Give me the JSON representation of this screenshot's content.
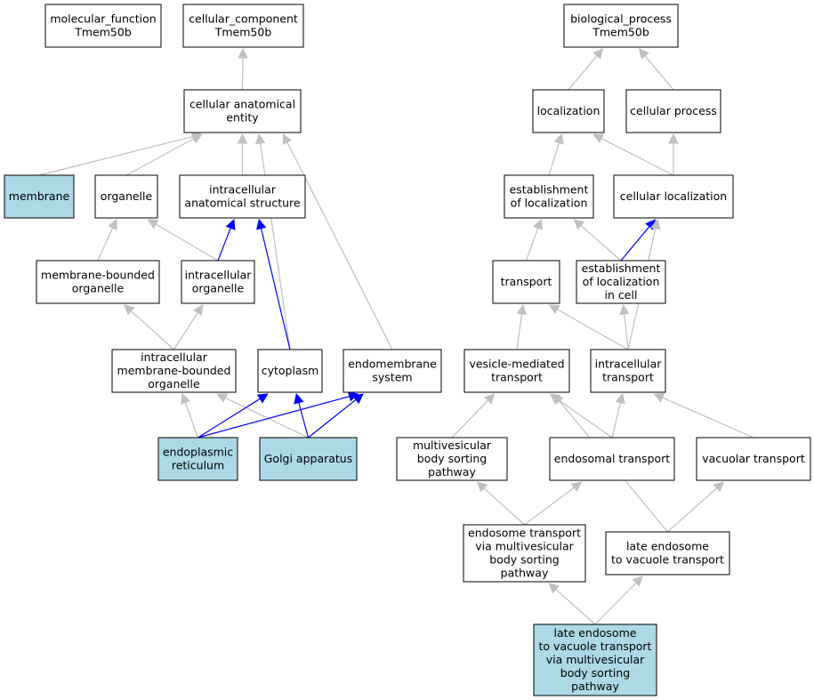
{
  "colors": {
    "highlight_fill": "#add8e6",
    "default_fill": "#ffffff",
    "is_a_edge": "#c0c0c0",
    "part_of_edge": "#0000ff"
  },
  "nodes": [
    {
      "id": "mf_root",
      "lines": [
        "molecular_function",
        "Tmem50b"
      ],
      "highlight": false
    },
    {
      "id": "cc_root",
      "lines": [
        "cellular_component",
        "Tmem50b"
      ],
      "highlight": false
    },
    {
      "id": "bp_root",
      "lines": [
        "biological_process",
        "Tmem50b"
      ],
      "highlight": false
    },
    {
      "id": "cae",
      "lines": [
        "cellular anatomical",
        "entity"
      ],
      "highlight": false
    },
    {
      "id": "membrane",
      "lines": [
        "membrane"
      ],
      "highlight": true
    },
    {
      "id": "organelle",
      "lines": [
        "organelle"
      ],
      "highlight": false
    },
    {
      "id": "ias",
      "lines": [
        "intracellular",
        "anatomical structure"
      ],
      "highlight": false
    },
    {
      "id": "mbo",
      "lines": [
        "membrane-bounded",
        "organelle"
      ],
      "highlight": false
    },
    {
      "id": "io",
      "lines": [
        "intracellular",
        "organelle"
      ],
      "highlight": false
    },
    {
      "id": "imbo",
      "lines": [
        "intracellular",
        "membrane-bounded",
        "organelle"
      ],
      "highlight": false
    },
    {
      "id": "cytoplasm",
      "lines": [
        "cytoplasm"
      ],
      "highlight": false
    },
    {
      "id": "endomembrane",
      "lines": [
        "endomembrane",
        "system"
      ],
      "highlight": false
    },
    {
      "id": "er",
      "lines": [
        "endoplasmic",
        "reticulum"
      ],
      "highlight": true
    },
    {
      "id": "golgi",
      "lines": [
        "Golgi apparatus"
      ],
      "highlight": true
    },
    {
      "id": "localization",
      "lines": [
        "localization"
      ],
      "highlight": false
    },
    {
      "id": "cellproc",
      "lines": [
        "cellular process"
      ],
      "highlight": false
    },
    {
      "id": "estloc",
      "lines": [
        "establishment",
        "of localization"
      ],
      "highlight": false
    },
    {
      "id": "cellloc",
      "lines": [
        "cellular localization"
      ],
      "highlight": false
    },
    {
      "id": "transport",
      "lines": [
        "transport"
      ],
      "highlight": false
    },
    {
      "id": "estlocincell",
      "lines": [
        "establishment",
        "of localization",
        "in cell"
      ],
      "highlight": false
    },
    {
      "id": "vesicle",
      "lines": [
        "vesicle-mediated",
        "transport"
      ],
      "highlight": false
    },
    {
      "id": "intratrans",
      "lines": [
        "intracellular",
        "transport"
      ],
      "highlight": false
    },
    {
      "id": "mvb",
      "lines": [
        "multivesicular",
        "body sorting",
        "pathway"
      ],
      "highlight": false
    },
    {
      "id": "endosomal",
      "lines": [
        "endosomal transport"
      ],
      "highlight": false
    },
    {
      "id": "vacuolar",
      "lines": [
        "vacuolar transport"
      ],
      "highlight": false
    },
    {
      "id": "etmvb",
      "lines": [
        "endosome transport",
        "via multivesicular",
        "body sorting",
        "pathway"
      ],
      "highlight": false
    },
    {
      "id": "levt",
      "lines": [
        "late endosome",
        "to vacuole transport"
      ],
      "highlight": false
    },
    {
      "id": "levtmvb",
      "lines": [
        "late endosome",
        "to vacuole transport",
        "via multivesicular",
        "body sorting",
        "pathway"
      ],
      "highlight": true
    }
  ],
  "edges": [
    {
      "from": "cae",
      "to": "cc_root",
      "type": "is_a"
    },
    {
      "from": "membrane",
      "to": "cae",
      "type": "is_a"
    },
    {
      "from": "organelle",
      "to": "cae",
      "type": "is_a"
    },
    {
      "from": "ias",
      "to": "cae",
      "type": "is_a"
    },
    {
      "from": "cytoplasm",
      "to": "cae",
      "type": "is_a"
    },
    {
      "from": "endomembrane",
      "to": "cae",
      "type": "is_a"
    },
    {
      "from": "mbo",
      "to": "organelle",
      "type": "is_a"
    },
    {
      "from": "io",
      "to": "organelle",
      "type": "is_a"
    },
    {
      "from": "io",
      "to": "ias",
      "type": "part_of"
    },
    {
      "from": "cytoplasm",
      "to": "ias",
      "type": "part_of"
    },
    {
      "from": "imbo",
      "to": "mbo",
      "type": "is_a"
    },
    {
      "from": "imbo",
      "to": "io",
      "type": "is_a"
    },
    {
      "from": "er",
      "to": "imbo",
      "type": "is_a"
    },
    {
      "from": "golgi",
      "to": "imbo",
      "type": "is_a"
    },
    {
      "from": "er",
      "to": "cytoplasm",
      "type": "part_of"
    },
    {
      "from": "er",
      "to": "endomembrane",
      "type": "part_of"
    },
    {
      "from": "golgi",
      "to": "cytoplasm",
      "type": "part_of"
    },
    {
      "from": "golgi",
      "to": "endomembrane",
      "type": "part_of"
    },
    {
      "from": "localization",
      "to": "bp_root",
      "type": "is_a"
    },
    {
      "from": "cellproc",
      "to": "bp_root",
      "type": "is_a"
    },
    {
      "from": "estloc",
      "to": "localization",
      "type": "is_a"
    },
    {
      "from": "cellloc",
      "to": "localization",
      "type": "is_a"
    },
    {
      "from": "cellloc",
      "to": "cellproc",
      "type": "is_a"
    },
    {
      "from": "transport",
      "to": "estloc",
      "type": "is_a"
    },
    {
      "from": "estlocincell",
      "to": "estloc",
      "type": "is_a"
    },
    {
      "from": "estlocincell",
      "to": "cellloc",
      "type": "part_of"
    },
    {
      "from": "vesicle",
      "to": "transport",
      "type": "is_a"
    },
    {
      "from": "intratrans",
      "to": "transport",
      "type": "is_a"
    },
    {
      "from": "intratrans",
      "to": "estlocincell",
      "type": "is_a"
    },
    {
      "from": "intratrans",
      "to": "cellloc",
      "type": "is_a"
    },
    {
      "from": "mvb",
      "to": "vesicle",
      "type": "is_a"
    },
    {
      "from": "endosomal",
      "to": "vesicle",
      "type": "is_a"
    },
    {
      "from": "endosomal",
      "to": "intratrans",
      "type": "is_a"
    },
    {
      "from": "vacuolar",
      "to": "intratrans",
      "type": "is_a"
    },
    {
      "from": "etmvb",
      "to": "mvb",
      "type": "is_a"
    },
    {
      "from": "etmvb",
      "to": "endosomal",
      "type": "is_a"
    },
    {
      "from": "levt",
      "to": "vesicle",
      "type": "is_a"
    },
    {
      "from": "levt",
      "to": "vacuolar",
      "type": "is_a"
    },
    {
      "from": "levtmvb",
      "to": "etmvb",
      "type": "is_a"
    },
    {
      "from": "levtmvb",
      "to": "levt",
      "type": "is_a"
    }
  ]
}
